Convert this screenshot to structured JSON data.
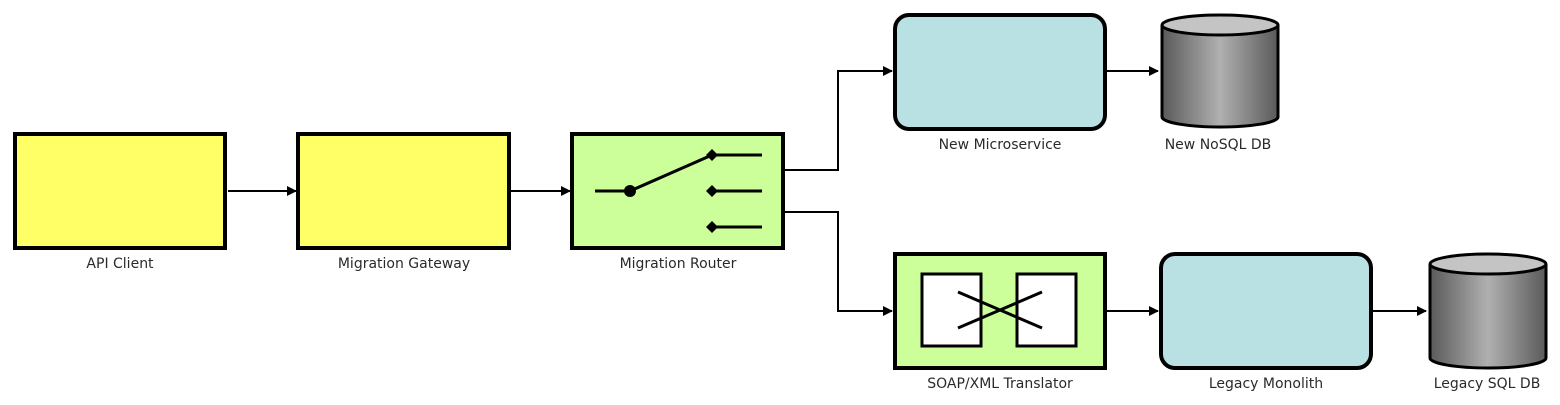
{
  "diagram": {
    "colors": {
      "client": "#ffff66",
      "router": "#ccff99",
      "service": "#b9e0e3",
      "db_dark": "#666666",
      "db_light": "#b0b0b0",
      "db_top": "#c4c4c4"
    },
    "nodes": {
      "api_client": {
        "label": "API Client",
        "type": "client"
      },
      "gateway": {
        "label": "Migration Gateway",
        "type": "client"
      },
      "router": {
        "label": "Migration Router",
        "type": "content-based-router",
        "icon": "switch-icon"
      },
      "new_service": {
        "label": "New Microservice",
        "type": "service"
      },
      "new_db": {
        "label": "New NoSQL DB",
        "type": "database"
      },
      "translator": {
        "label": "SOAP/XML Translator",
        "type": "message-translator",
        "icon": "translator-icon"
      },
      "legacy": {
        "label": "Legacy Monolith",
        "type": "service"
      },
      "legacy_db": {
        "label": "Legacy SQL DB",
        "type": "database"
      }
    },
    "edges": [
      {
        "from": "API Client",
        "to": "Migration Gateway"
      },
      {
        "from": "Migration Gateway",
        "to": "Migration Router"
      },
      {
        "from": "Migration Router",
        "to": "New Microservice"
      },
      {
        "from": "Migration Router",
        "to": "SOAP/XML Translator"
      },
      {
        "from": "New Microservice",
        "to": "New NoSQL DB"
      },
      {
        "from": "SOAP/XML Translator",
        "to": "Legacy Monolith"
      },
      {
        "from": "Legacy Monolith",
        "to": "Legacy SQL DB"
      }
    ]
  }
}
